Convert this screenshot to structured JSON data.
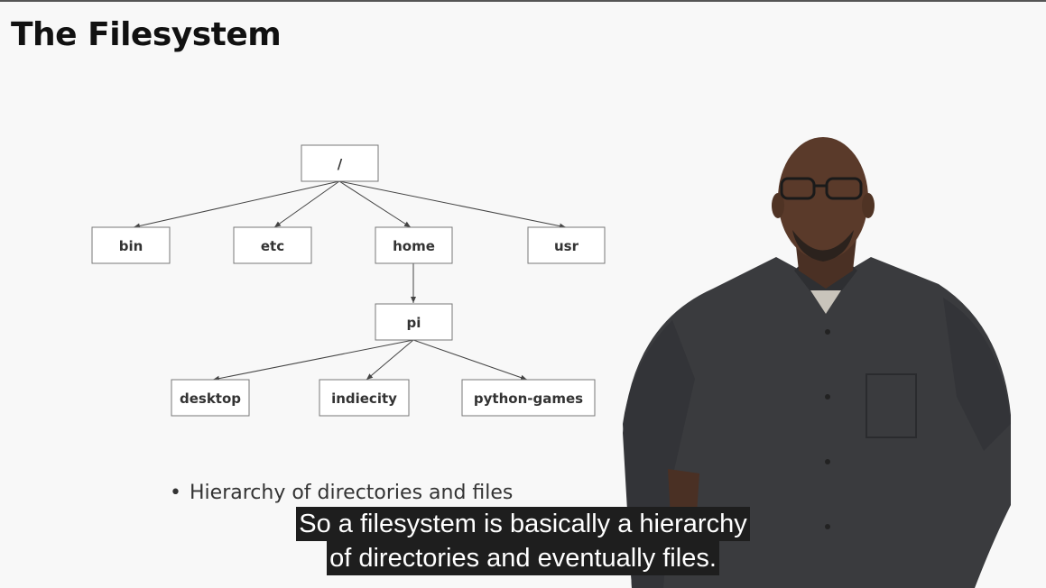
{
  "slide": {
    "title": "The Filesystem",
    "bullet": "Hierarchy of directories and files"
  },
  "tree": {
    "nodes": {
      "root": "/",
      "bin": "bin",
      "etc": "etc",
      "home": "home",
      "usr": "usr",
      "pi": "pi",
      "desktop": "desktop",
      "indiecity": "indiecity",
      "python_games": "python-games"
    }
  },
  "captions": {
    "line1": "So a filesystem is basically a hierarchy",
    "line2": "of directories and eventually files."
  },
  "colors": {
    "caption_bg": "#1e1e1e",
    "shirt": "#3a3b3e",
    "skin": "#5a3a2a"
  }
}
